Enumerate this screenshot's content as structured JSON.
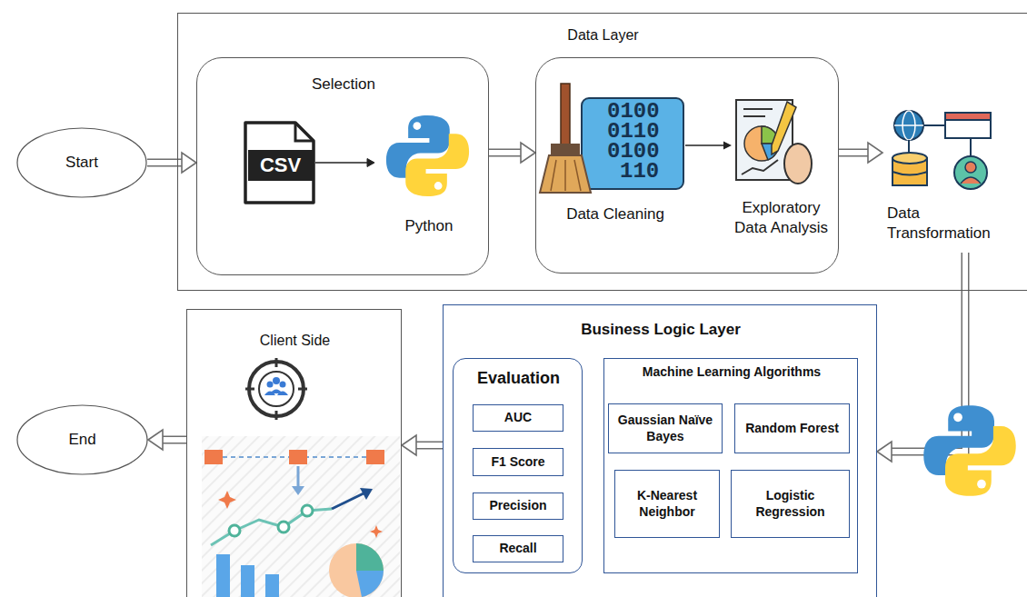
{
  "diagram": {
    "nodes": [
      {
        "text": [
          "Start"
        ]
      },
      {
        "text": [
          "Data Layer"
        ]
      },
      {
        "text": [
          "Selection"
        ],
        "in": 1
      },
      {
        "text": [
          "CSV"
        ],
        "in": 2
      },
      {
        "text": [
          "Python"
        ],
        "in": 2
      },
      {
        "text": [
          "Data Cleaning",
          "Exploratory Data Analysis"
        ],
        "in": 1
      },
      {
        "text": [
          "Data Transformation"
        ],
        "in": 1
      },
      {
        "text": [
          "Business Logic Layer"
        ]
      },
      {
        "text": [
          "Evaluation"
        ],
        "in": 7
      },
      {
        "text": [
          "AUC"
        ],
        "in": 8
      },
      {
        "text": [
          "F1 Score"
        ],
        "in": 8
      },
      {
        "text": [
          "Precision"
        ],
        "in": 8
      },
      {
        "text": [
          "Recall"
        ],
        "in": 8
      },
      {
        "text": [
          "Machine Learning Algorithms"
        ],
        "in": 7
      },
      {
        "text": [
          "Gaussian Naïve Bayes"
        ],
        "in": 13
      },
      {
        "text": [
          "Random Forest"
        ],
        "in": 13
      },
      {
        "text": [
          "K-Nearest Neighbor"
        ],
        "in": 13
      },
      {
        "text": [
          "Logistic Regression"
        ],
        "in": 13
      },
      {
        "text": [
          "Client Side"
        ]
      },
      {
        "text": [
          "End"
        ]
      }
    ],
    "edges": [
      {
        "from": 0,
        "to": 2,
        "arrow": "to"
      },
      {
        "from": 3,
        "to": 4,
        "arrow": "to"
      },
      {
        "from": 2,
        "to": 5,
        "arrow": "to"
      },
      {
        "from": 5,
        "to": 6,
        "arrow": "to"
      },
      {
        "from": 6,
        "to": 7,
        "arrow": "to"
      },
      {
        "from": 7,
        "to": 18,
        "arrow": "to"
      },
      {
        "from": 18,
        "to": 19,
        "arrow": "to"
      }
    ],
    "labels": [
      "0100",
      "0110",
      "0100",
      "110"
    ]
  }
}
